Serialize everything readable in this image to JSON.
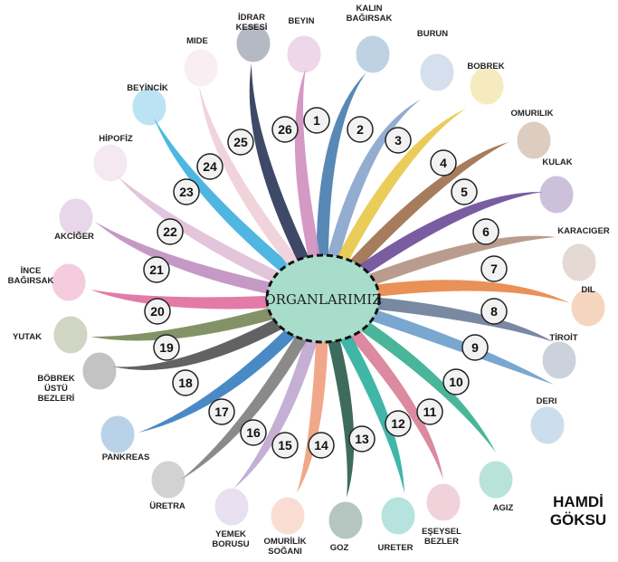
{
  "title": "ORGANLARIMIZ",
  "author": "HAMDİ\nGÖKSU",
  "organs": [
    {
      "number": "1",
      "label": "KALIN\nBAĞIRSAK",
      "color": "#4a7fb0"
    },
    {
      "number": "2",
      "label": "BURUN",
      "color": "#8aa6cc"
    },
    {
      "number": "3",
      "label": "BOBREK",
      "color": "#e8c84a"
    },
    {
      "number": "4",
      "label": "OMURILIK",
      "color": "#a0714f"
    },
    {
      "number": "5",
      "label": "KULAK",
      "color": "#6e4e9a"
    },
    {
      "number": "6",
      "label": "KARACIGER",
      "color": "#b49484"
    },
    {
      "number": "7",
      "label": "DIL",
      "color": "#e8884a"
    },
    {
      "number": "8",
      "label": "TİROİT",
      "color": "#6e7f9a"
    },
    {
      "number": "9",
      "label": "DERI",
      "color": "#6ea0cc"
    },
    {
      "number": "10",
      "label": "AGIZ",
      "color": "#3ab090"
    },
    {
      "number": "11",
      "label": "EŞEYSEL\nBEZLER",
      "color": "#d88098"
    },
    {
      "number": "12",
      "label": "URETER",
      "color": "#30b0a0"
    },
    {
      "number": "13",
      "label": "GOZ",
      "color": "#2e5e50"
    },
    {
      "number": "14",
      "label": "OMURİLİK\nSOĞANI",
      "color": "#f0a080"
    },
    {
      "number": "15",
      "label": "YEMEK\nBORUSU",
      "color": "#c0a8d0"
    },
    {
      "number": "16",
      "label": "ÜRETRA",
      "color": "#808080"
    },
    {
      "number": "17",
      "label": "PANKREAS",
      "color": "#3a80c0"
    },
    {
      "number": "18",
      "label": "BÖBREK\nÜSTÜ\nBEZLERİ",
      "color": "#555555"
    },
    {
      "number": "19",
      "label": "YUTAK",
      "color": "#7a8a5a"
    },
    {
      "number": "20",
      "label": "İNCE\nBAĞIRSAK",
      "color": "#e070a0"
    },
    {
      "number": "21",
      "label": "AKCİĞER",
      "color": "#c090c0"
    },
    {
      "number": "22",
      "label": "HİPOFİZ",
      "color": "#e0c0d8"
    },
    {
      "number": "23",
      "label": "BEYİNCİK",
      "color": "#40b0e0"
    },
    {
      "number": "24",
      "label": "MIDE",
      "color": "#f0d0d8"
    },
    {
      "number": "25",
      "label": "İDRAR\nKESESİ",
      "color": "#2e3a5a"
    },
    {
      "number": "26",
      "label": "BEYIN",
      "color": "#d090c0"
    }
  ]
}
